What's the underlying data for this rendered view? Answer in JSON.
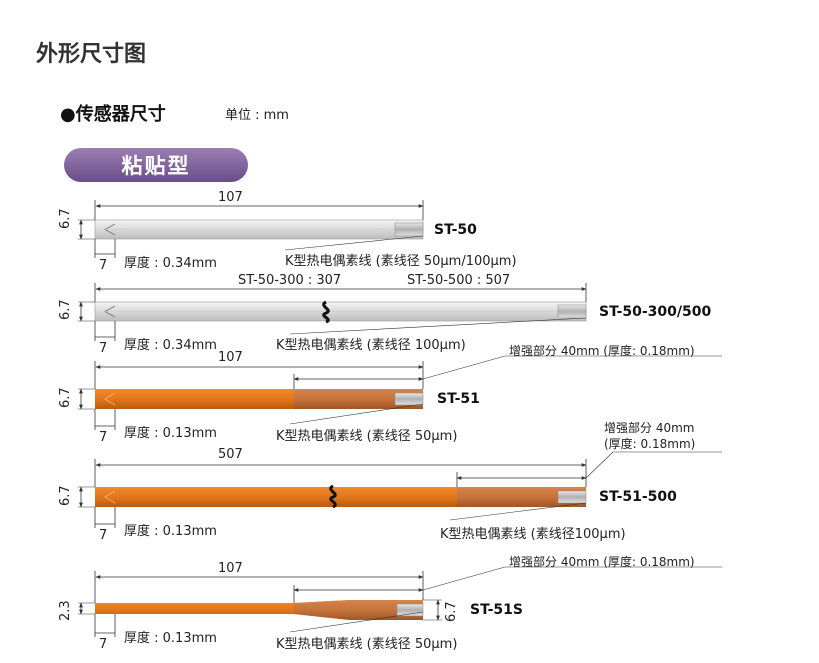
{
  "page": {
    "title": "外形尺寸图",
    "subtitle": "●传感器尺寸",
    "unit": "单位 : mm",
    "category": "粘贴型"
  },
  "sensors": [
    {
      "model": "ST-50",
      "length": "107",
      "width": "6.7",
      "tab": "7",
      "thickness": "厚度 : 0.34mm",
      "wire": "K型热电偶素线 (素线径 50μm/100μm)"
    },
    {
      "model": "ST-50-300/500",
      "length_a": "ST-50-300 : 307",
      "length_b": "ST-50-500 : 507",
      "width": "6.7",
      "tab": "7",
      "thickness": "厚度 : 0.34mm",
      "wire": "K型热电偶素线 (素线径 100μm)"
    },
    {
      "model": "ST-51",
      "length": "107",
      "width": "6.7",
      "tab": "7",
      "thickness": "厚度 : 0.13mm",
      "wire": "K型热电偶素线 (素线径 50μm)",
      "reinforce": "增强部分 40mm (厚度: 0.18mm)"
    },
    {
      "model": "ST-51-500",
      "length": "507",
      "width": "6.7",
      "tab": "7",
      "thickness": "厚度 : 0.13mm",
      "wire": "K型热电偶素线 (素线径100μm)",
      "reinforce_1": "增强部分 40mm",
      "reinforce_2": "(厚度: 0.18mm)"
    },
    {
      "model": "ST-51S",
      "length": "107",
      "width_left": "2.3",
      "width_right": "6.7",
      "tab": "7",
      "thickness": "厚度 : 0.13mm",
      "wire": "K型热电偶素线 (素线径 50μm)",
      "reinforce": "增强部分 40mm (厚度: 0.18mm)"
    }
  ],
  "colors": {
    "white_sensor": "#e6e6e6",
    "orange_sensor": "#e07a1e",
    "reinforce": "#c26a2a",
    "category_pill": "#7b5c99"
  }
}
